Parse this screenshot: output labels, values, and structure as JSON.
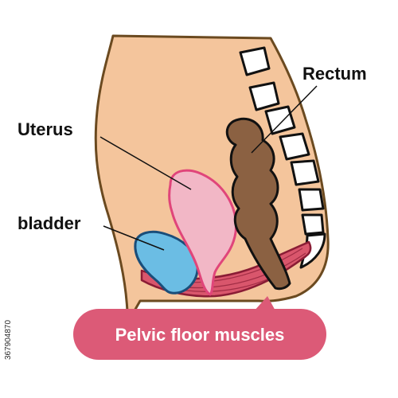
{
  "labels": {
    "rectum": "Rectum",
    "uterus": "Uterus",
    "bladder": "bladder",
    "pelvic_floor": "Pelvic floor muscles"
  },
  "stock_id": "367904870",
  "colors": {
    "skin": "#f4c59c",
    "outline": "#6b4a20",
    "vertebra_fill": "#ffffff",
    "rectum_fill": "#8b6142",
    "uterus_fill": "#f2b7c6",
    "uterus_stroke": "#e0457a",
    "bladder_fill": "#6bbde4",
    "bladder_stroke": "#1a4e7a",
    "muscle_fill": "#d9566c",
    "banner": "#dc5a77",
    "leader": "#111111"
  },
  "icons": {
    "figure": "pelvis-sagittal-section-icon"
  }
}
